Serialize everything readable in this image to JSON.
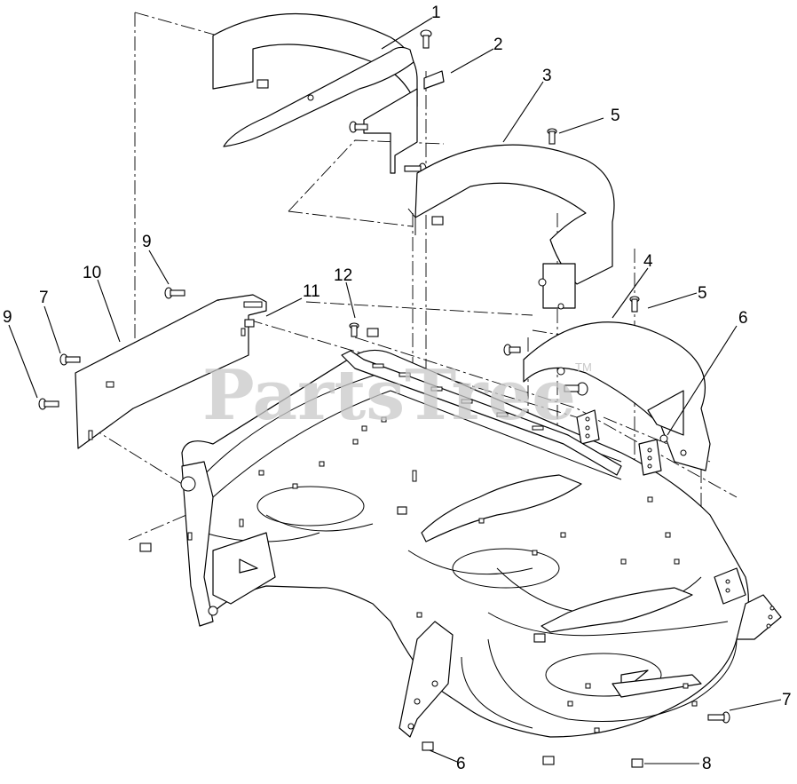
{
  "watermark": {
    "text": "PartsTree",
    "tm": "TM"
  },
  "callouts": [
    {
      "id": "c1",
      "label": "1"
    },
    {
      "id": "c2",
      "label": "2"
    },
    {
      "id": "c3",
      "label": "3"
    },
    {
      "id": "c5a",
      "label": "5"
    },
    {
      "id": "c4",
      "label": "4"
    },
    {
      "id": "c5b",
      "label": "5"
    },
    {
      "id": "c6a",
      "label": "6"
    },
    {
      "id": "c9a",
      "label": "9"
    },
    {
      "id": "c10",
      "label": "10"
    },
    {
      "id": "c11",
      "label": "11"
    },
    {
      "id": "c12",
      "label": "12"
    },
    {
      "id": "c7a",
      "label": "7"
    },
    {
      "id": "c9b",
      "label": "9"
    },
    {
      "id": "c7b",
      "label": "7"
    },
    {
      "id": "c6b",
      "label": "6"
    },
    {
      "id": "c8",
      "label": "8"
    }
  ]
}
